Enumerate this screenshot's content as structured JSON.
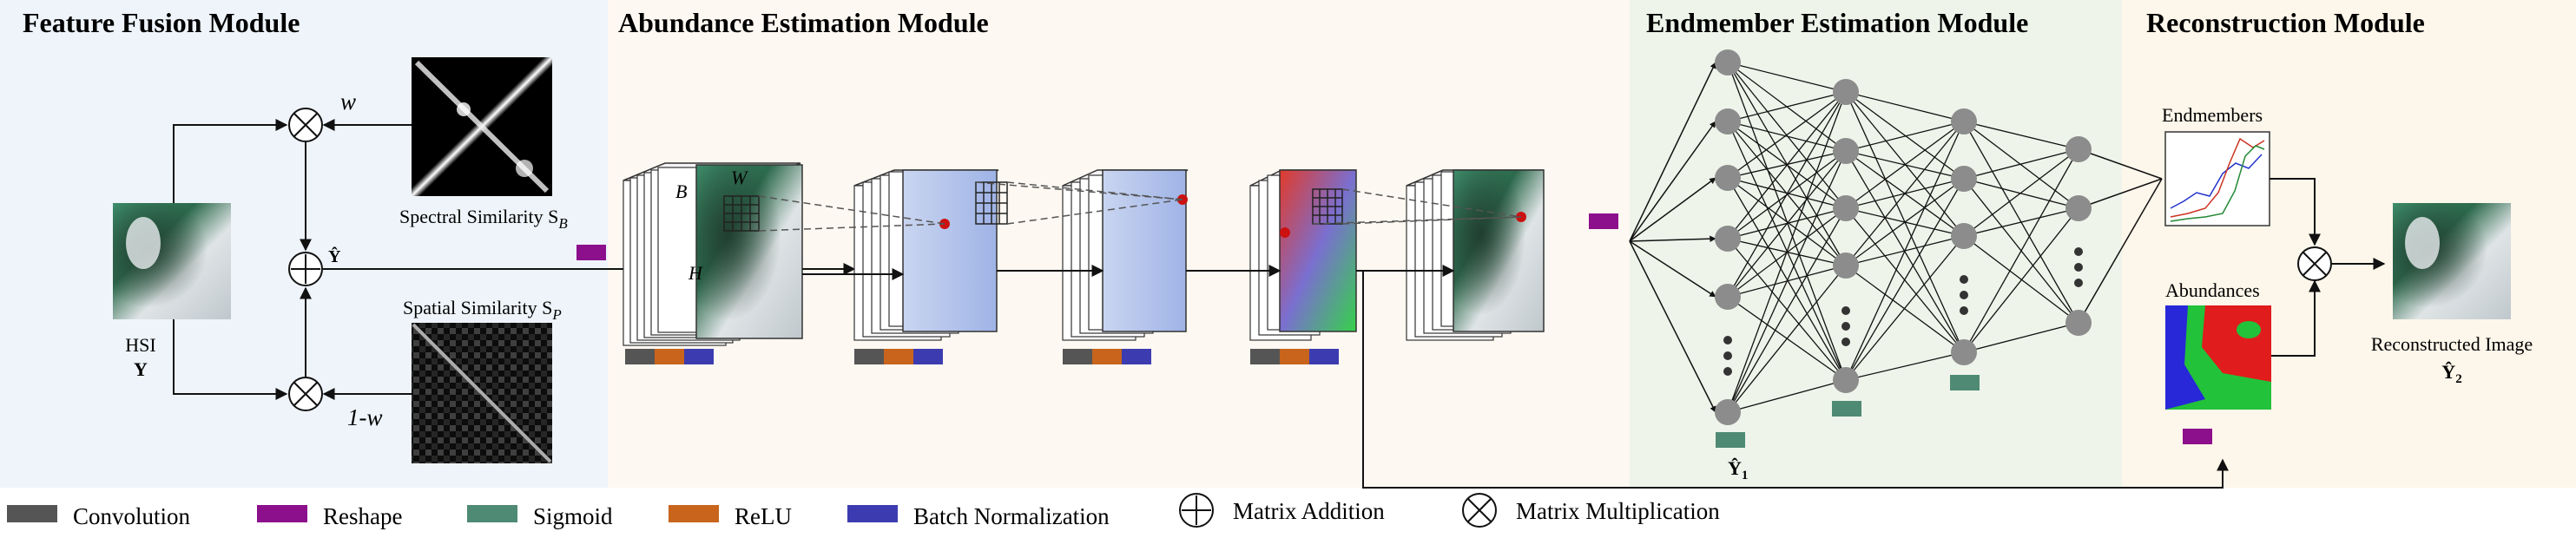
{
  "modules": {
    "feature_fusion": "Feature Fusion Module",
    "abundance_estimation": "Abundance Estimation Module",
    "endmember_estimation": "Endmember Estimation Module",
    "reconstruction": "Reconstruction Module"
  },
  "fusion": {
    "weight": "w",
    "weight_complement": "1-w",
    "fused_label": "Ŷ",
    "hsi_label": "HSI",
    "hsi_symbol": "Y",
    "spectral_label": "Spectral Similarity S",
    "spectral_sub": "B",
    "spatial_label": "Spatial Similarity S",
    "spatial_sub": "P"
  },
  "abundance": {
    "dim_b": "B",
    "dim_w": "W",
    "dim_h": "H"
  },
  "endmember": {
    "output_label": "Ŷ",
    "output_sub": "1"
  },
  "reconstruction": {
    "endmembers_label": "Endmembers",
    "abundances_label": "Abundances",
    "output_label": "Reconstructed Image",
    "output_symbol": "Ŷ",
    "output_sub": "2"
  },
  "legend": [
    {
      "label": "Convolution",
      "color": "#555555"
    },
    {
      "label": "Reshape",
      "color": "#8c0f8c"
    },
    {
      "label": "Sigmoid",
      "color": "#4f8a74"
    },
    {
      "label": "ReLU",
      "color": "#c8641c"
    },
    {
      "label": "Batch Normalization",
      "color": "#3c3cb0"
    }
  ],
  "legend_ops": {
    "addition": "Matrix Addition",
    "multiplication": "Matrix Multiplication"
  },
  "colors": {
    "fusion_bg": "#eef4fa",
    "abundance_bg": "#fdf8f1",
    "endmember_bg": "#eef4ea",
    "reconstruction_bg": "#fdf6ea",
    "node": "#8c8c8c",
    "marker": "#cc1111"
  }
}
